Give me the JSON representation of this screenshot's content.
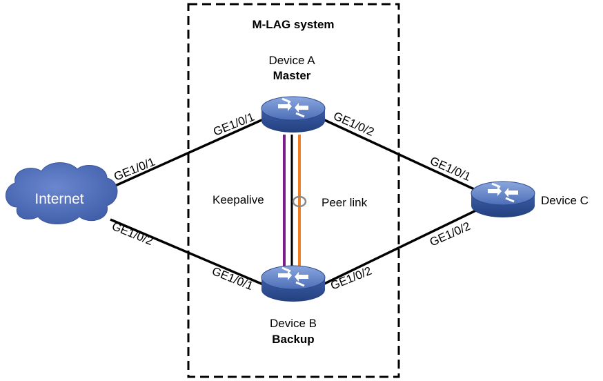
{
  "system": {
    "title": "M-LAG system"
  },
  "internet": {
    "label": "Internet"
  },
  "device_a": {
    "name": "Device A",
    "role": "Master"
  },
  "device_b": {
    "name": "Device B",
    "role": "Backup"
  },
  "device_c": {
    "name": "Device C"
  },
  "links": {
    "keepalive": "Keepalive",
    "peer_link": "Peer link"
  },
  "ports": {
    "internet_top": "GE1/0/1",
    "internet_bottom": "GE1/0/2",
    "a_left": "GE1/0/1",
    "a_right": "GE1/0/2",
    "b_left": "GE1/0/1",
    "b_right": "GE1/0/2",
    "c_top": "GE1/0/1",
    "c_bottom": "GE1/0/2"
  },
  "colors": {
    "device_blue": "#3b5fa6",
    "device_top": "#6f8fd0",
    "cloud": "#4d6bb7",
    "keepalive": "#7a1f8a",
    "peer_link": "#f07d1e",
    "link": "#000000"
  }
}
